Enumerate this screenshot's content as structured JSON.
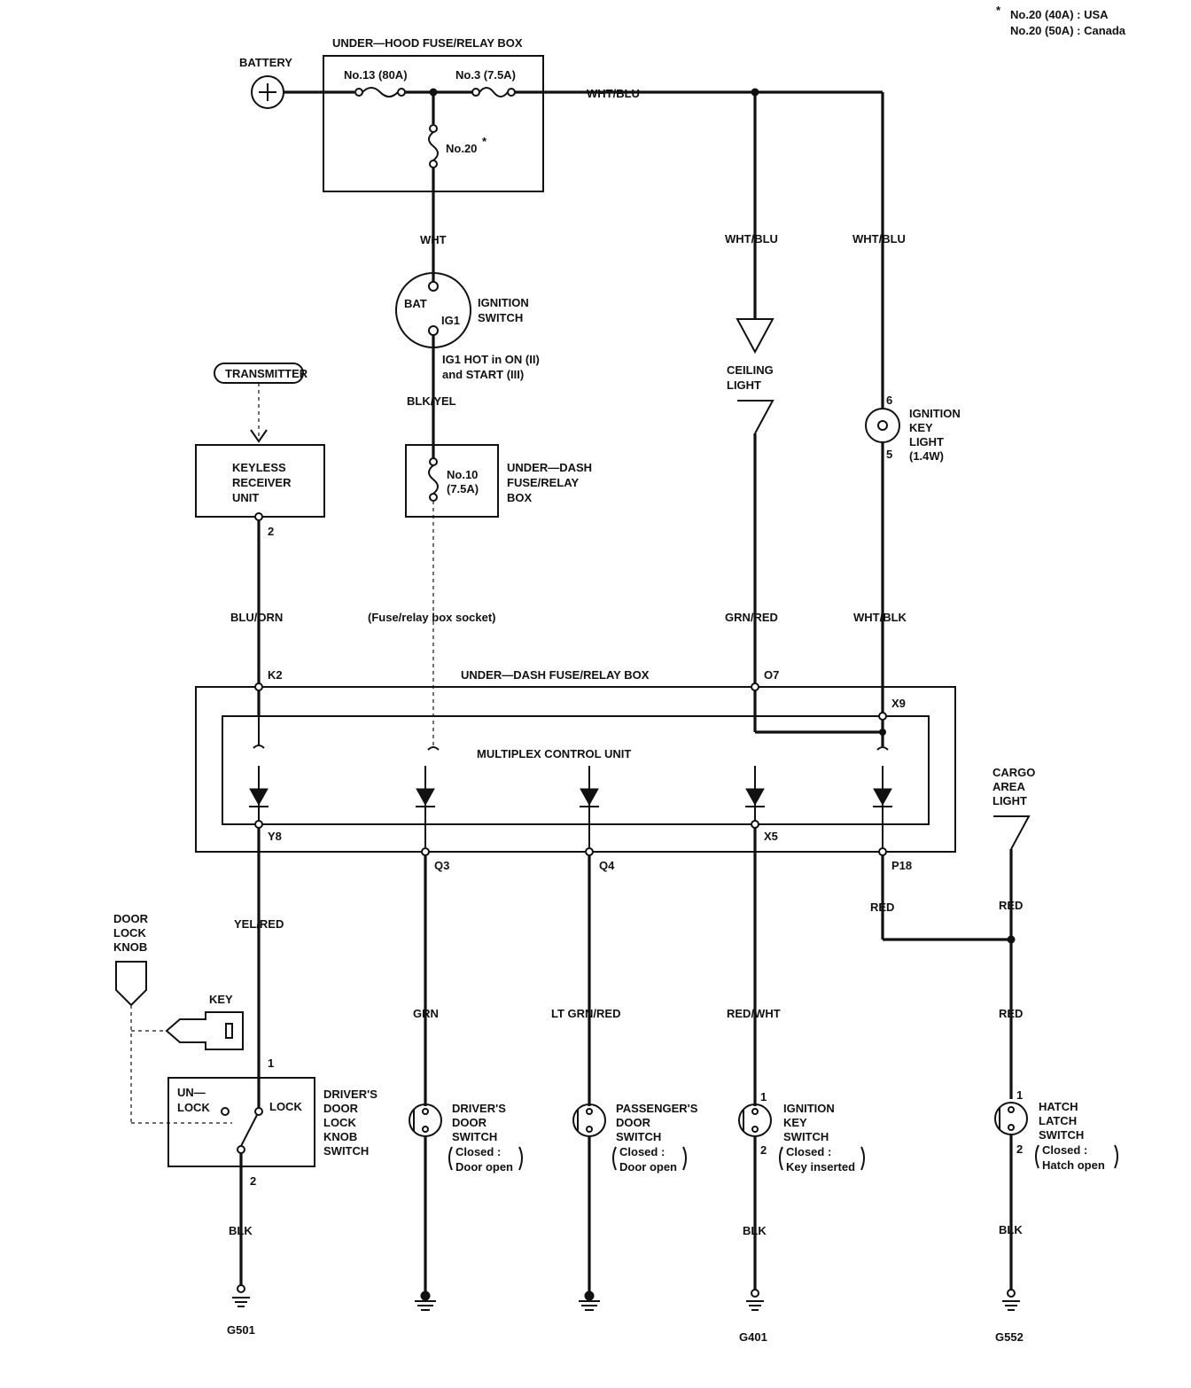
{
  "notes": {
    "line1": "No.20 (40A)   : USA",
    "line2": "No.20 (50A)   : Canada",
    "asterisk": "*"
  },
  "under_hood": {
    "title": "UNDER—HOOD FUSE/RELAY BOX",
    "fuse_13": "No.13 (80A)",
    "fuse_3": "No.3 (7.5A)",
    "fuse_20": "No.20",
    "asterisk": "*"
  },
  "battery": {
    "label": "BATTERY"
  },
  "wires": {
    "wht_blu_top": "WHT/BLU",
    "wht": "WHT",
    "wht_blu_ceiling": "WHT/BLU",
    "wht_blu_key": "WHT/BLU",
    "blk_yel": "BLK/YEL",
    "blu_orn": "BLU/ORN",
    "grn_red": "GRN/RED",
    "wht_blk": "WHT/BLK",
    "yel_red": "YEL/RED",
    "grn": "GRN",
    "lt_grn_red": "LT GRN/RED",
    "red_wht": "RED/WHT",
    "red_1": "RED",
    "red_2": "RED",
    "red_3": "RED",
    "blk_1": "BLK",
    "blk_2": "BLK",
    "blk_3": "BLK"
  },
  "ignition_switch": {
    "label_1": "IGNITION",
    "label_2": "SWITCH",
    "bat": "BAT",
    "ig1": "IG1",
    "note_1": "IG1 HOT in ON (II)",
    "note_2": "and START (III)"
  },
  "transmitter": {
    "label": "TRANSMITTER"
  },
  "keyless_receiver": {
    "line1": "KEYLESS",
    "line2": "RECEIVER",
    "line3": "UNIT",
    "pin": "2"
  },
  "under_dash_fuse": {
    "fuse": "No.10",
    "rating": "(7.5A)",
    "label_1": "UNDER—DASH",
    "label_2": "FUSE/RELAY",
    "label_3": "BOX",
    "socket": "(Fuse/relay box socket)"
  },
  "ceiling_light": {
    "line1": "CEILING",
    "line2": "LIGHT"
  },
  "ignition_key_light": {
    "line1": "IGNITION",
    "line2": "KEY",
    "line3": "LIGHT",
    "line4": "(1.4W)",
    "pin_top": "6",
    "pin_bottom": "5"
  },
  "main_box": {
    "title": "UNDER—DASH FUSE/RELAY BOX",
    "mcu": "MULTIPLEX CONTROL UNIT"
  },
  "connectors": {
    "k2": "K2",
    "o7": "O7",
    "x9": "X9",
    "y8": "Y8",
    "q3": "Q3",
    "q4": "Q4",
    "x5": "X5",
    "p18": "P18"
  },
  "cargo_light": {
    "line1": "CARGO",
    "line2": "AREA",
    "line3": "LIGHT"
  },
  "door_lock_knob": {
    "line1": "DOOR",
    "line2": "LOCK",
    "line3": "KNOB"
  },
  "key": {
    "label": "KEY"
  },
  "knob_switch": {
    "unlock_1": "UN—",
    "unlock_2": "LOCK",
    "lock": "LOCK",
    "pin_top": "1",
    "pin_bottom": "2",
    "line1": "DRIVER'S",
    "line2": "DOOR",
    "line3": "LOCK",
    "line4": "KNOB",
    "line5": "SWITCH"
  },
  "drivers_door_switch": {
    "line1": "DRIVER'S",
    "line2": "DOOR",
    "line3": "SWITCH",
    "cond_1": "Closed :",
    "cond_2": "Door open"
  },
  "passenger_door_switch": {
    "line1": "PASSENGER'S",
    "line2": "DOOR",
    "line3": "SWITCH",
    "cond_1": "Closed :",
    "cond_2": "Door open"
  },
  "ignition_key_switch": {
    "line1": "IGNITION",
    "line2": "KEY",
    "line3": "SWITCH",
    "cond_1": "Closed :",
    "cond_2": "Key inserted",
    "pin_top": "1",
    "pin_bottom": "2"
  },
  "hatch_latch_switch": {
    "line1": "HATCH",
    "line2": "LATCH",
    "line3": "SWITCH",
    "cond_1": "Closed :",
    "cond_2": "Hatch open",
    "pin_top": "1",
    "pin_bottom": "2"
  },
  "grounds": {
    "g501": "G501",
    "g401": "G401",
    "g552": "G552"
  }
}
